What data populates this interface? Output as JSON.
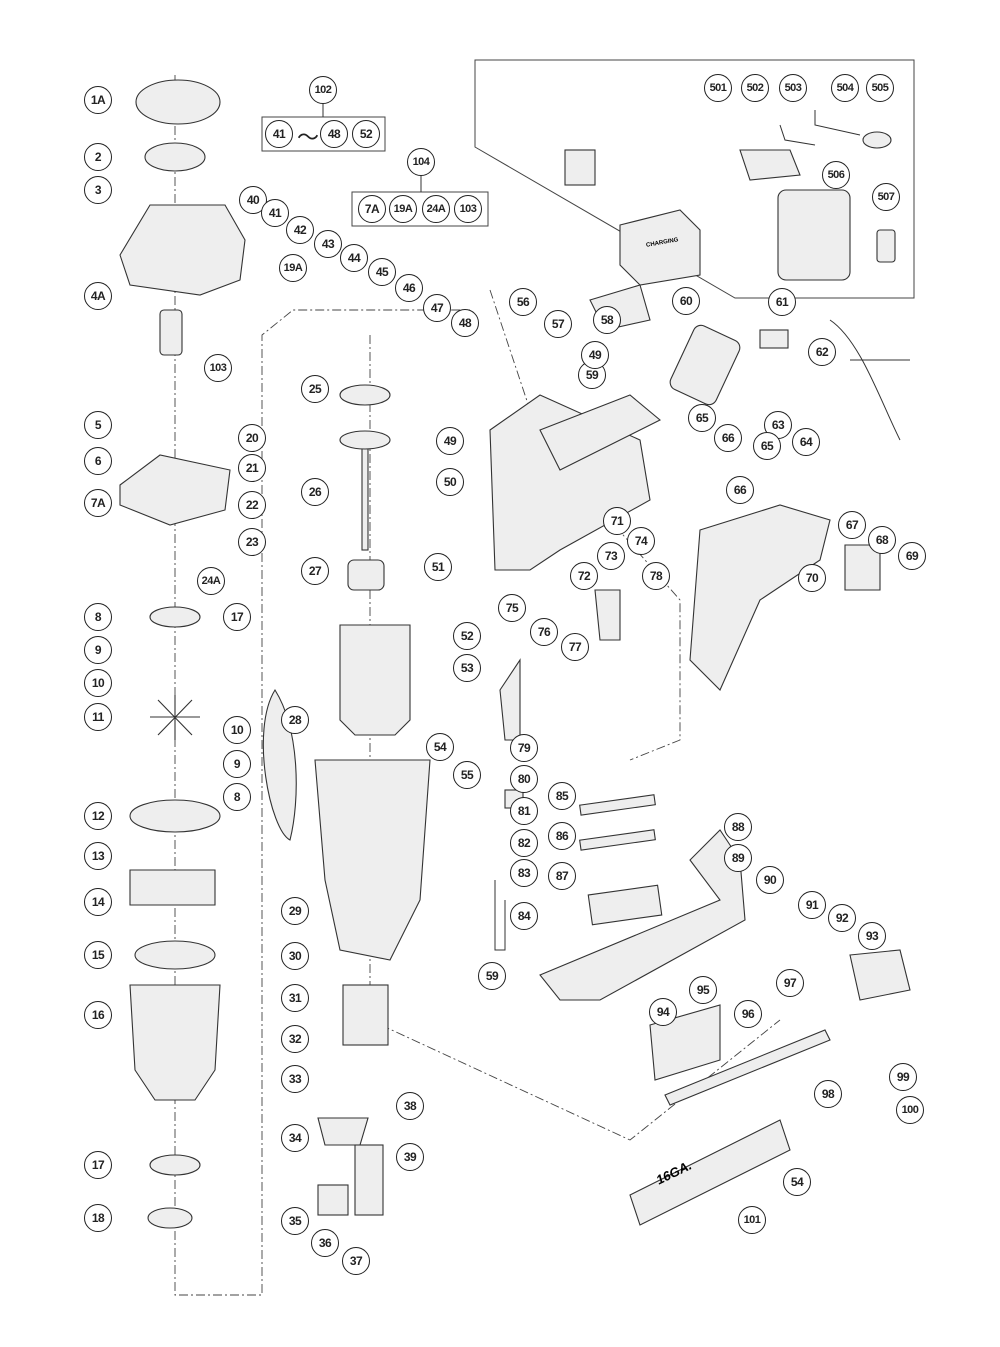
{
  "diagram": {
    "type": "exploded-parts-diagram",
    "kit_groups": [
      {
        "number": "102",
        "members": [
          "41",
          "48",
          "52"
        ],
        "range_symbol": "〜"
      },
      {
        "number": "104",
        "members": [
          "7A",
          "19A",
          "24A",
          "103"
        ]
      }
    ],
    "magazine_print": "16GA.",
    "charger_print": "CHARGING",
    "callouts": [
      "1A",
      "2",
      "3",
      "4A",
      "40",
      "41",
      "42",
      "43",
      "44",
      "45",
      "46",
      "47",
      "48",
      "102",
      "104",
      "19A",
      "103",
      "5",
      "20",
      "6",
      "21",
      "22",
      "7A",
      "23",
      "24A",
      "17",
      "8",
      "9",
      "10",
      "11",
      "10",
      "9",
      "8",
      "12",
      "13",
      "14",
      "15",
      "16",
      "17",
      "18",
      "25",
      "26",
      "27",
      "52",
      "53",
      "28",
      "55",
      "29",
      "30",
      "31",
      "32",
      "33",
      "34",
      "35",
      "36",
      "37",
      "38",
      "39",
      "56",
      "57",
      "58",
      "59",
      "49",
      "49",
      "50",
      "51",
      "60",
      "61",
      "62",
      "63",
      "64",
      "65",
      "66",
      "66",
      "65",
      "71",
      "72",
      "73",
      "74",
      "75",
      "76",
      "77",
      "78",
      "54",
      "79",
      "80",
      "81",
      "82",
      "83",
      "84",
      "59",
      "85",
      "86",
      "87",
      "88",
      "89",
      "90",
      "67",
      "68",
      "69",
      "70",
      "94",
      "95",
      "96",
      "97",
      "91",
      "92",
      "93",
      "99",
      "98",
      "100",
      "54",
      "101",
      "501",
      "502",
      "503",
      "504",
      "505",
      "506",
      "507"
    ]
  }
}
